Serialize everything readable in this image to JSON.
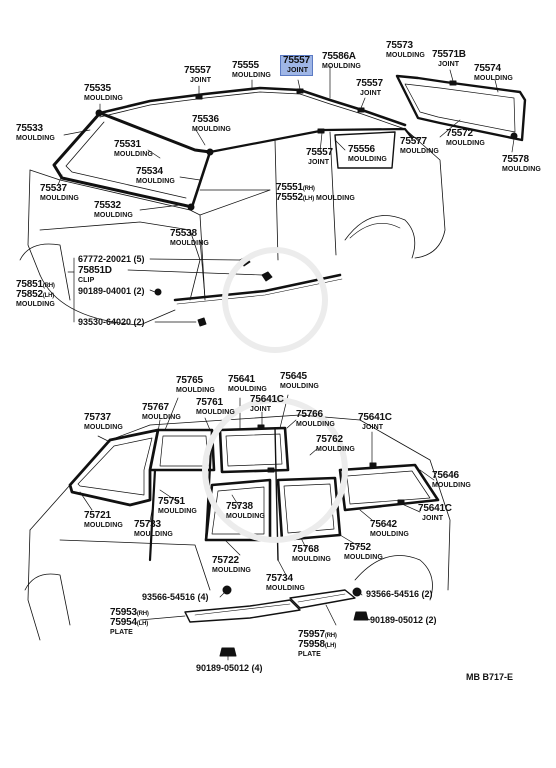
{
  "diagram_code": "MB  B717-E",
  "colors": {
    "highlight": "#9fb6e6",
    "highlight_border": "#5c7bc4",
    "ink": "#111111"
  },
  "labels": [
    {
      "id": "p75557a",
      "num": "75557",
      "desc": "JOINT"
    },
    {
      "id": "p75555",
      "num": "75555",
      "desc": "MOULDING"
    },
    {
      "id": "p75557h",
      "num": "75557",
      "desc": "JOINT"
    },
    {
      "id": "p75586a",
      "num": "75586A",
      "desc": "MOULDING"
    },
    {
      "id": "p75573",
      "num": "75573",
      "desc": "MOULDING"
    },
    {
      "id": "p75571b",
      "num": "75571B",
      "desc": "JOINT"
    },
    {
      "id": "p75574",
      "num": "75574",
      "desc": "MOULDING"
    },
    {
      "id": "p75535",
      "num": "75535",
      "desc": "MOULDING"
    },
    {
      "id": "p75557b",
      "num": "75557",
      "desc": "JOINT"
    },
    {
      "id": "p75533",
      "num": "75533",
      "desc": "MOULDING"
    },
    {
      "id": "p75536",
      "num": "75536",
      "desc": "MOULDING"
    },
    {
      "id": "p75531",
      "num": "75531",
      "desc": "MOULDING"
    },
    {
      "id": "p75556",
      "num": "75556",
      "desc": "MOULDING"
    },
    {
      "id": "p75577",
      "num": "75577",
      "desc": "MOULDING"
    },
    {
      "id": "p75572",
      "num": "75572",
      "desc": "MOULDING"
    },
    {
      "id": "p75557c",
      "num": "75557",
      "desc": "JOINT"
    },
    {
      "id": "p75578",
      "num": "75578",
      "desc": "MOULDING"
    },
    {
      "id": "p75534",
      "num": "75534",
      "desc": "MOULDING"
    },
    {
      "id": "p75537",
      "num": "75537",
      "desc": "MOULDING"
    },
    {
      "id": "p75532",
      "num": "75532",
      "desc": "MOULDING"
    },
    {
      "id": "p75538",
      "num": "75538",
      "desc": "MOULDING"
    },
    {
      "id": "p75851d",
      "num": "75851D",
      "desc": "CLIP"
    },
    {
      "id": "p75765",
      "num": "75765",
      "desc": "MOULDING"
    },
    {
      "id": "p75641a",
      "num": "75641",
      "desc": "MOULDING"
    },
    {
      "id": "p75645",
      "num": "75645",
      "desc": "MOULDING"
    },
    {
      "id": "p75767",
      "num": "75767",
      "desc": "MOULDING"
    },
    {
      "id": "p75761",
      "num": "75761",
      "desc": "MOULDING"
    },
    {
      "id": "p75641c1",
      "num": "75641C",
      "desc": "JOINT"
    },
    {
      "id": "p75737",
      "num": "75737",
      "desc": "MOULDING"
    },
    {
      "id": "p75766",
      "num": "75766",
      "desc": "MOULDING"
    },
    {
      "id": "p75641c2",
      "num": "75641C",
      "desc": "JOINT"
    },
    {
      "id": "p75762",
      "num": "75762",
      "desc": "MOULDING"
    },
    {
      "id": "p75646",
      "num": "75646",
      "desc": "MOULDING"
    },
    {
      "id": "p75751",
      "num": "75751",
      "desc": "MOULDING"
    },
    {
      "id": "p75738",
      "num": "75738",
      "desc": "MOULDING"
    },
    {
      "id": "p75641c3",
      "num": "75641C",
      "desc": "JOINT"
    },
    {
      "id": "p75721",
      "num": "75721",
      "desc": "MOULDING"
    },
    {
      "id": "p75733",
      "num": "75733",
      "desc": "MOULDING"
    },
    {
      "id": "p75642",
      "num": "75642",
      "desc": "MOULDING"
    },
    {
      "id": "p75722",
      "num": "75722",
      "desc": "MOULDING"
    },
    {
      "id": "p75768",
      "num": "75768",
      "desc": "MOULDING"
    },
    {
      "id": "p75752",
      "num": "75752",
      "desc": "MOULDING"
    },
    {
      "id": "p75734",
      "num": "75734",
      "desc": "MOULDING"
    }
  ],
  "pair_labels": [
    {
      "id": "p75551",
      "num_rh": "75551",
      "num_lh": "75552",
      "tag_rh": "(RH)",
      "tag_lh": "(LH)",
      "desc": "MOULDING"
    },
    {
      "id": "p75851",
      "num_rh": "75851",
      "num_lh": "75852",
      "tag_rh": "(RH)",
      "tag_lh": "(LH)",
      "desc": "MOULDING"
    },
    {
      "id": "p75953",
      "num_rh": "75953",
      "num_lh": "75954",
      "tag_rh": "(RH)",
      "tag_lh": "(LH)",
      "desc": "PLATE"
    },
    {
      "id": "p75957",
      "num_rh": "75957",
      "num_lh": "75958",
      "tag_rh": "(RH)",
      "tag_lh": "(LH)",
      "desc": "PLATE"
    }
  ],
  "inline_labels": [
    {
      "id": "i67772",
      "text": "67772-20021 (5)"
    },
    {
      "id": "i90189a",
      "text": "90189-04001 (2)"
    },
    {
      "id": "i93530",
      "text": "93530-64020 (2)"
    },
    {
      "id": "i93566a",
      "text": "93566-54516 (4)"
    },
    {
      "id": "i93566b",
      "text": "93566-54516 (2)"
    },
    {
      "id": "i90189b",
      "text": "90189-05012 (2)"
    },
    {
      "id": "i90189c",
      "text": "90189-05012 (4)"
    }
  ]
}
